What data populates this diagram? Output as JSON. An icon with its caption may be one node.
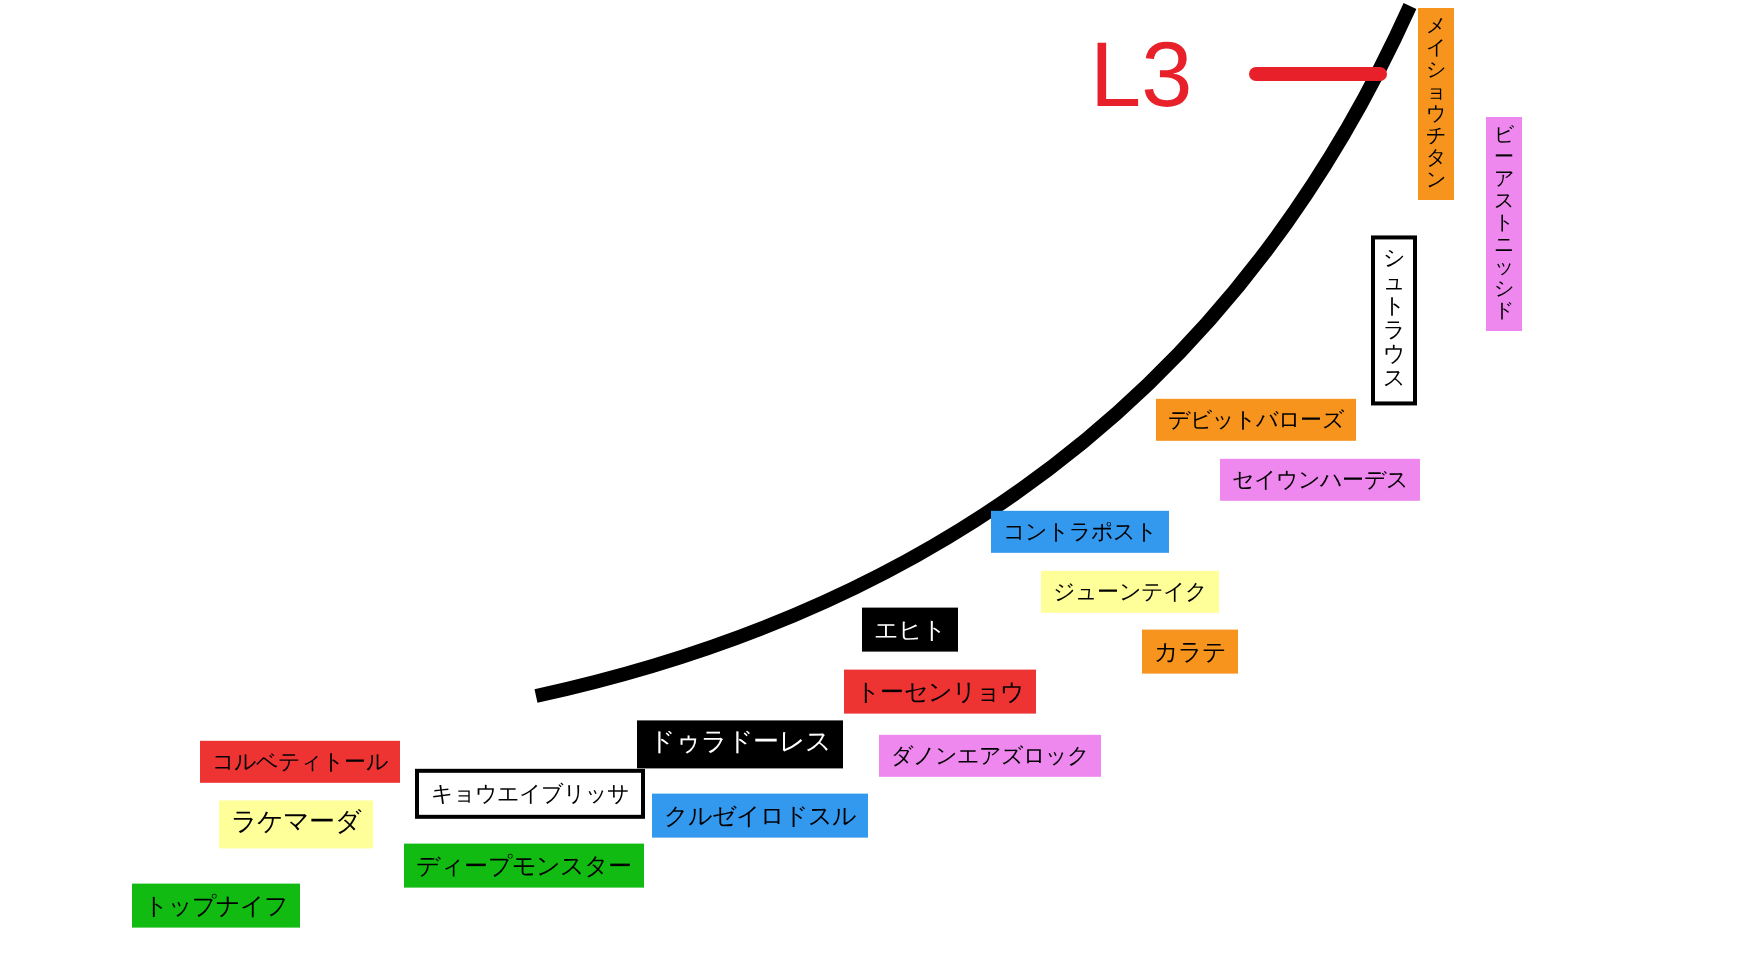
{
  "diagram": {
    "nodes": [
      {
        "text": [
          "メイショウチタン"
        ]
      },
      {
        "text": [
          "ビーアストニッシド"
        ]
      },
      {
        "text": [
          "シュトラウス"
        ]
      },
      {
        "text": [
          "デビットバローズ"
        ]
      },
      {
        "text": [
          "セイウンハーデス"
        ]
      },
      {
        "text": [
          "コントラポスト"
        ]
      },
      {
        "text": [
          "ジューンテイク"
        ]
      },
      {
        "text": [
          "カラテ"
        ]
      },
      {
        "text": [
          "エヒト"
        ]
      },
      {
        "text": [
          "トーセンリョウ"
        ]
      },
      {
        "text": [
          "ダノンエアズロック"
        ]
      },
      {
        "text": [
          "ドゥラドーレス"
        ]
      },
      {
        "text": [
          "クルゼイロドスル"
        ]
      },
      {
        "text": [
          "キョウエイブリッサ"
        ]
      },
      {
        "text": [
          "ディープモンスター"
        ]
      },
      {
        "text": [
          "コルベティトール"
        ]
      },
      {
        "text": [
          "ラケマーダ"
        ]
      },
      {
        "text": [
          "トップナイフ"
        ]
      }
    ],
    "labels": [
      "L3"
    ]
  }
}
